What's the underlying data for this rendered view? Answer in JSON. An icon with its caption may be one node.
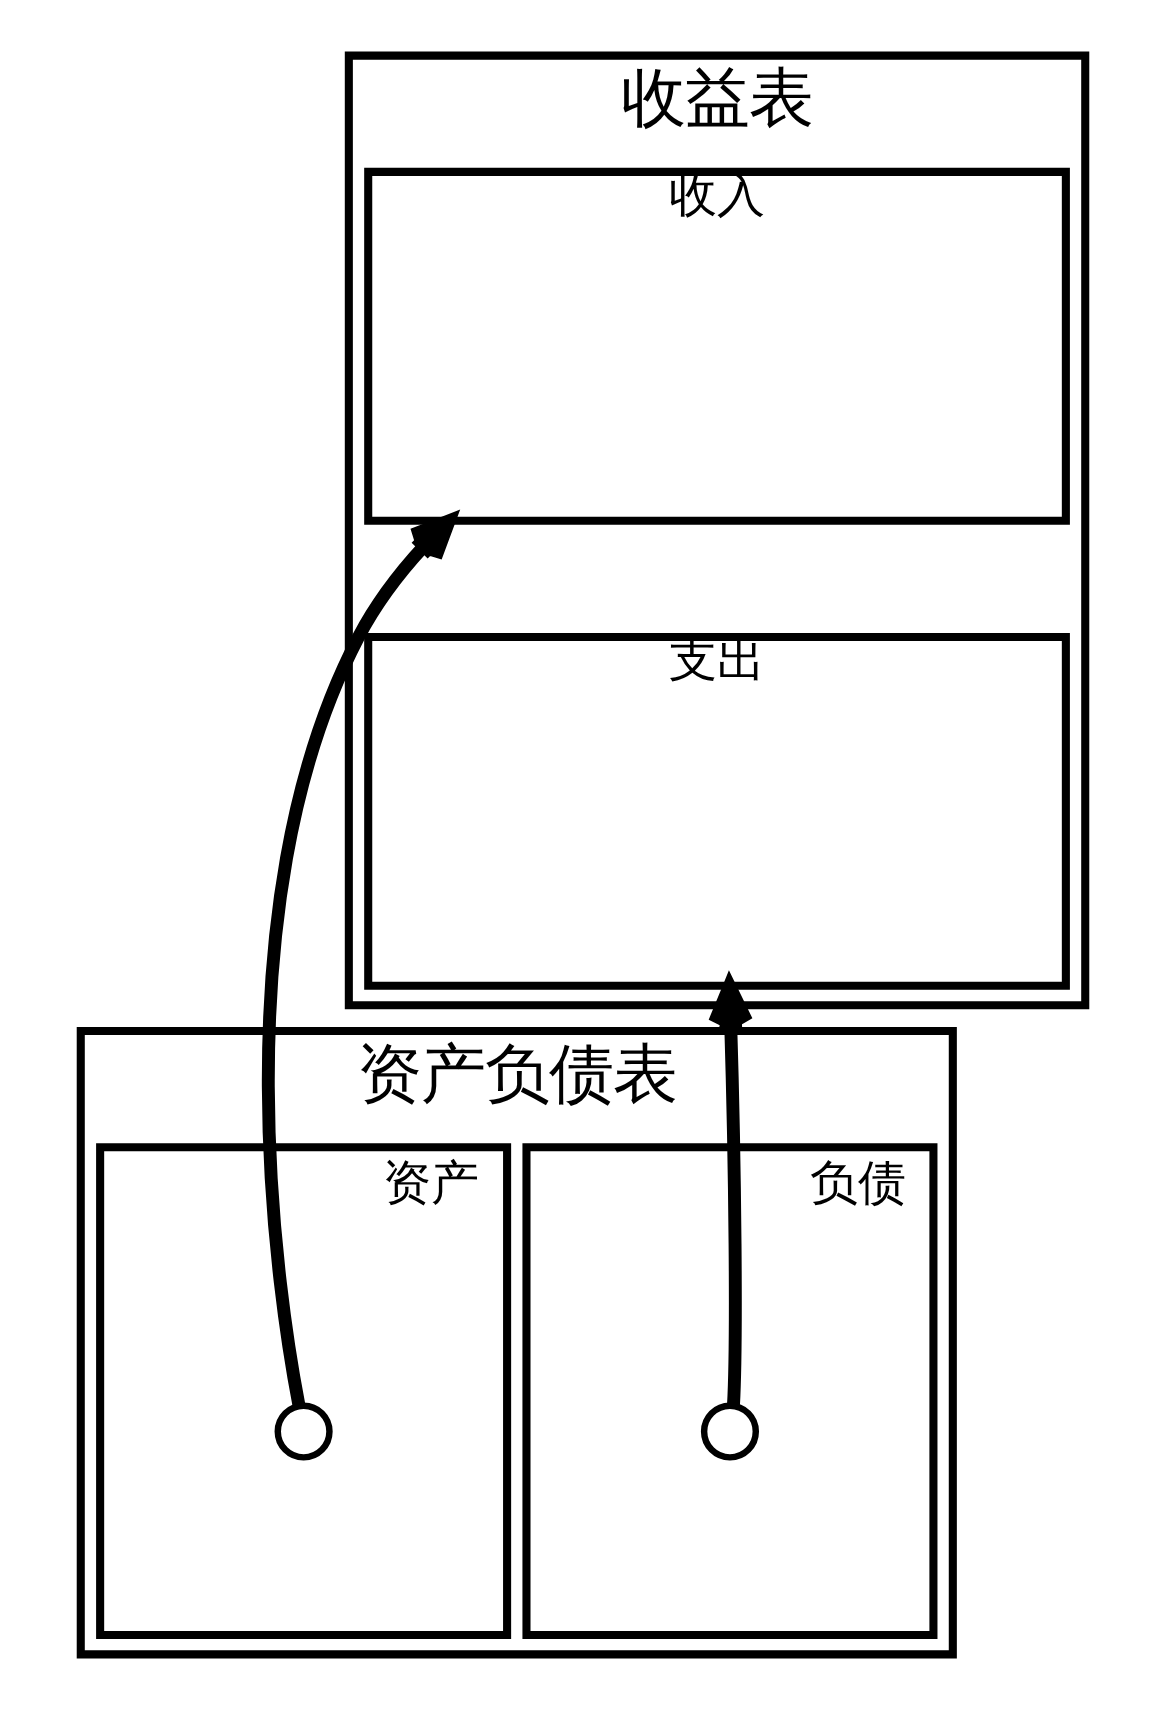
{
  "diagram": {
    "nodes": [
      {
        "text": [
          "收益表"
        ]
      },
      {
        "text": [
          "收入"
        ],
        "in": 0
      },
      {
        "text": [
          "支出"
        ],
        "in": 0
      },
      {
        "text": [
          "资产负债表"
        ]
      },
      {
        "text": [
          "资产"
        ],
        "in": 3
      },
      {
        "text": [],
        "shape": "circle",
        "in": 4
      },
      {
        "text": [
          "负债"
        ],
        "in": 3
      },
      {
        "text": [],
        "shape": "circle",
        "in": 6
      }
    ],
    "edges": [
      {
        "from": 5,
        "to": 1,
        "arrow": "to"
      },
      {
        "from": 7,
        "to": 2,
        "arrow": "to"
      }
    ]
  }
}
